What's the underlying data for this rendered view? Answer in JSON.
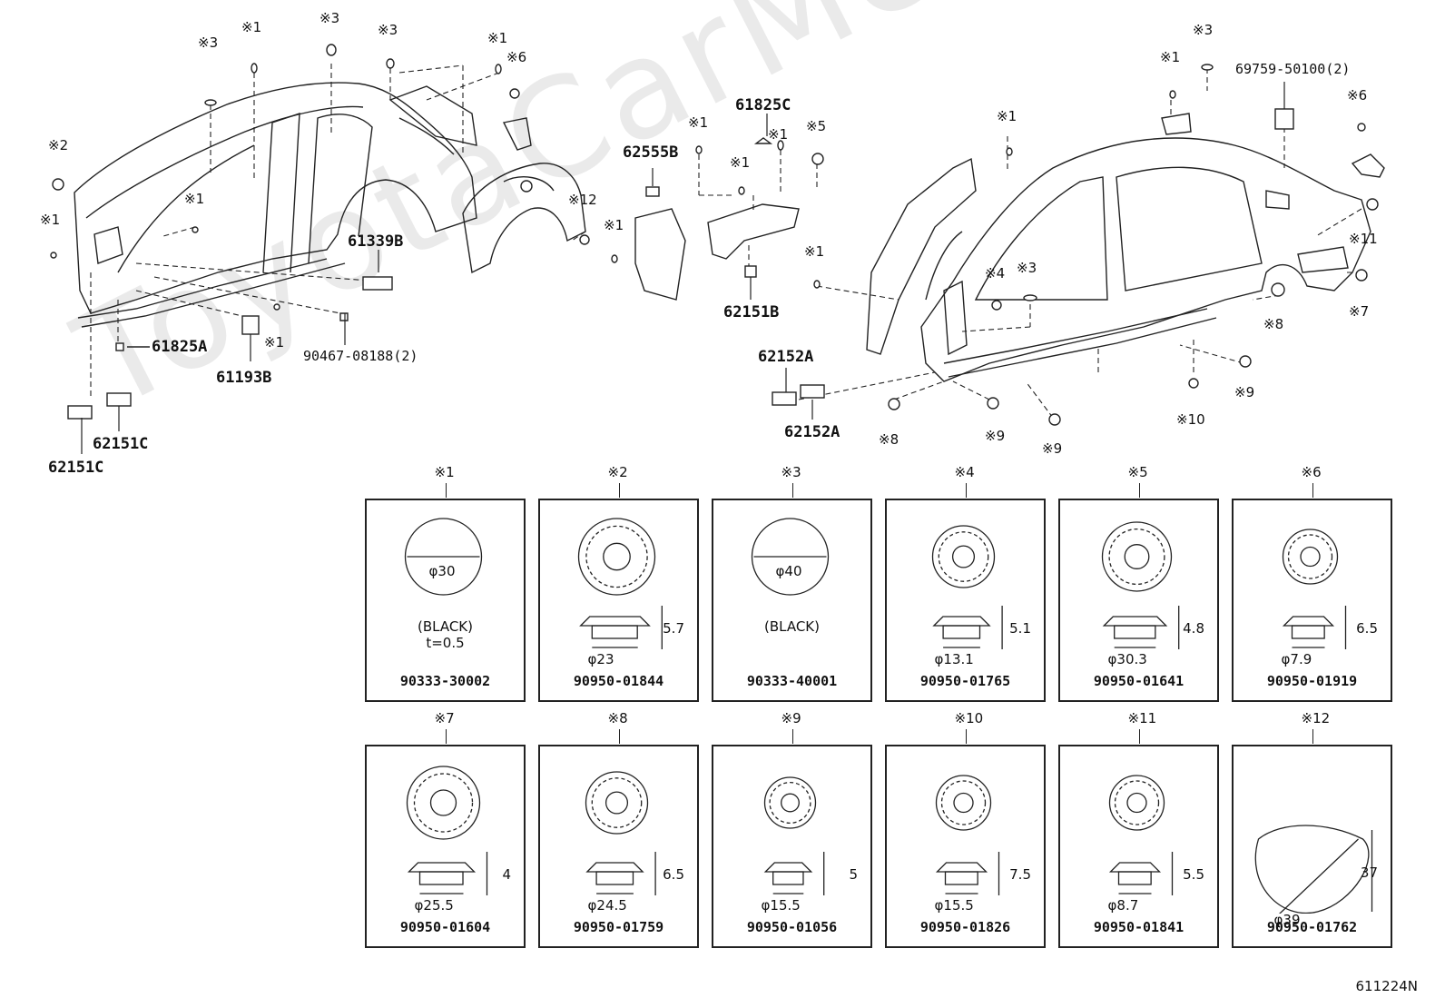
{
  "watermark": "ToyotaCarMe.ru",
  "figure_id": "611224N",
  "callout_labels": {
    "l61825A": "61825A",
    "l61193B": "61193B",
    "l90467": "90467-08188(2)",
    "l61339B": "61339B",
    "l62151C_a": "62151C",
    "l62151C_b": "62151C",
    "l62555B": "62555B",
    "l61825C": "61825C",
    "l62151B": "62151B",
    "l69759": "69759-50100(2)",
    "l62152A_a": "62152A",
    "l62152A_b": "62152A"
  },
  "markers": {
    "m1": "※1",
    "m2": "※2",
    "m3": "※3",
    "m4": "※4",
    "m5": "※5",
    "m6": "※6",
    "m7": "※7",
    "m8": "※8",
    "m9": "※9",
    "m10": "※10",
    "m11": "※11",
    "m12": "※12"
  },
  "plugs": [
    {
      "mark": "※1",
      "part": "90333-30002",
      "dia": "φ30",
      "note1": "(BLACK)",
      "note2": "t=0.5"
    },
    {
      "mark": "※2",
      "part": "90950-01844",
      "dia": "φ23",
      "h": "5.7"
    },
    {
      "mark": "※3",
      "part": "90333-40001",
      "dia": "φ40",
      "note1": "(BLACK)"
    },
    {
      "mark": "※4",
      "part": "90950-01765",
      "dia": "φ13.1",
      "h": "5.1"
    },
    {
      "mark": "※5",
      "part": "90950-01641",
      "dia": "φ30.3",
      "h": "4.8"
    },
    {
      "mark": "※6",
      "part": "90950-01919",
      "dia": "φ7.9",
      "h": "6.5"
    },
    {
      "mark": "※7",
      "part": "90950-01604",
      "dia": "φ25.5",
      "h": "4"
    },
    {
      "mark": "※8",
      "part": "90950-01759",
      "dia": "φ24.5",
      "h": "6.5"
    },
    {
      "mark": "※9",
      "part": "90950-01056",
      "dia": "φ15.5",
      "h": "5"
    },
    {
      "mark": "※10",
      "part": "90950-01826",
      "dia": "φ15.5",
      "h": "7.5"
    },
    {
      "mark": "※11",
      "part": "90950-01841",
      "dia": "φ8.7",
      "h": "5.5"
    },
    {
      "mark": "※12",
      "part": "90950-01762",
      "dia": "φ39",
      "h": "37"
    }
  ]
}
